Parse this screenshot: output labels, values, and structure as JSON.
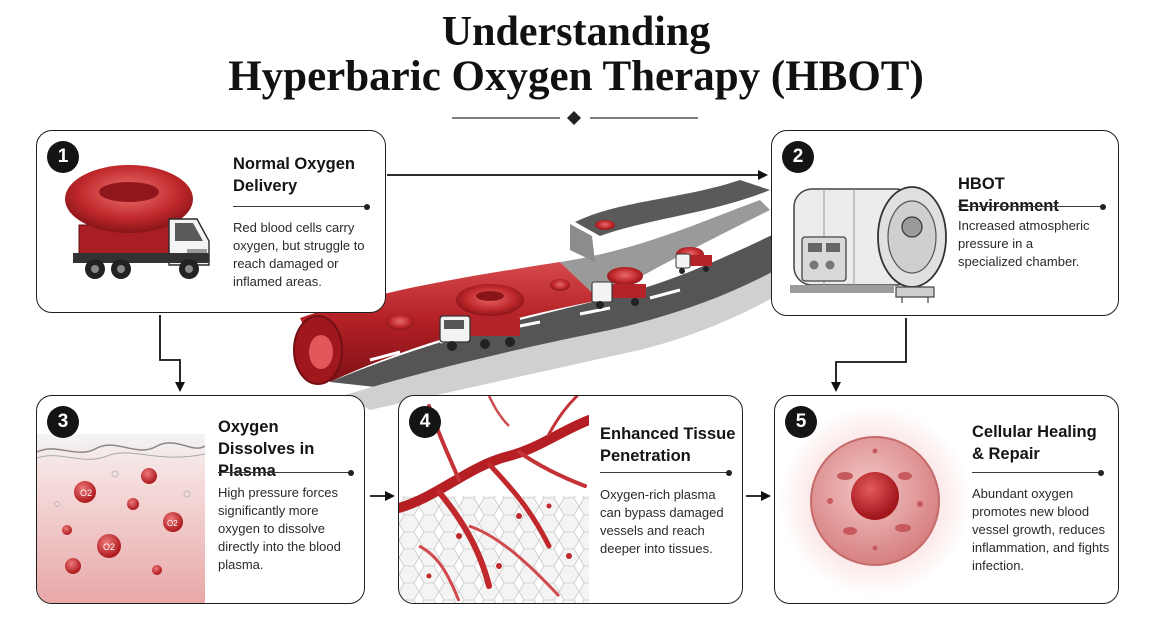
{
  "title": {
    "line1": "Understanding",
    "line2": "Hyperbaric Oxygen Therapy (HBOT)"
  },
  "steps": [
    {
      "number": "1",
      "title": "Normal Oxygen Delivery",
      "description": "Red blood cells carry oxygen, but struggle to reach damaged or inflamed areas."
    },
    {
      "number": "2",
      "title": "HBOT Environment",
      "description": "Increased atmospheric pressure in a specialized chamber."
    },
    {
      "number": "3",
      "title": "Oxygen Dissolves in Plasma",
      "description": "High pressure forces significantly more oxygen to dissolve directly into the blood plasma."
    },
    {
      "number": "4",
      "title": "Enhanced Tissue Penetration",
      "description": "Oxygen-rich plasma can bypass damaged vessels and reach deeper into tissues."
    },
    {
      "number": "5",
      "title": "Cellular Healing & Repair",
      "description": "Abundant oxygen promotes new blood vessel growth, reduces inflammation, and fights infection."
    }
  ],
  "molecule_label": "O2",
  "colors": {
    "accent_red": "#c0282b",
    "light_red": "#e9a3a3",
    "ink": "#1a1a1a",
    "road_gray": "#4a4a4a"
  },
  "icons": [
    "red-blood-cell-icon",
    "truck-icon",
    "hyperbaric-chamber-icon",
    "oxygen-bubble-icon",
    "blood-vessel-icon",
    "healing-cell-icon"
  ]
}
